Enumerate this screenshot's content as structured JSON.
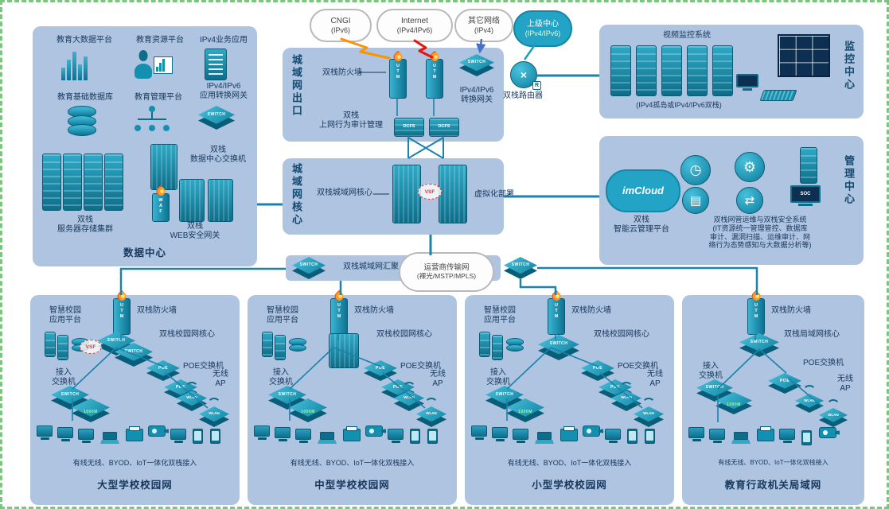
{
  "clouds": {
    "cngi": {
      "name": "CNGI",
      "sub": "(IPv6)"
    },
    "internet": {
      "name": "Internet",
      "sub": "(IPv4/IPv6)"
    },
    "other": {
      "name": "其它网络",
      "sub": "(IPv4)"
    },
    "upper": {
      "name": "上级中心",
      "sub": "(IPv4/IPv6)"
    },
    "carrier": {
      "name": "运营商传输网",
      "sub": "(裸光/MSTP/MPLS)"
    },
    "imcloud": {
      "name": "imCloud"
    }
  },
  "dc": {
    "title": "数据中心",
    "l_bigdata": "教育大数据平台",
    "l_resource": "教育资源平台",
    "l_ipv4app": "IPv4业务应用",
    "l_basedb": "教育基础数据库",
    "l_edumgmt": "教育管理平台",
    "l_convert": "IPv4/IPv6\n应用转换网关",
    "l_dcswitch": "双栈\n数据中心交换机",
    "l_servers": "双栈\n服务器存储集群",
    "l_webgw": "双栈\nWEB安全网关"
  },
  "exit": {
    "title": "城域网出口",
    "l_firewall": "双栈防火墙",
    "l_convert": "IPv4/IPv6\n转换网关",
    "l_router": "双栈路由器",
    "l_audit": "双栈\n上网行为审计管理"
  },
  "core": {
    "title": "城域网核心",
    "l_core": "双栈城域网核心",
    "l_virtual": "虚拟化部署"
  },
  "monitor": {
    "title": "监控中心",
    "l_video": "视频监控系统",
    "l_island": "(IPv4孤岛或IPv4/IPv6双栈)"
  },
  "mgmt": {
    "title": "管理中心",
    "l_cloud": "双栈\n智能云管理平台",
    "desc": "双栈网管运维与双栈安全系统\n(IT资源统一管理管控、数据库\n审计、漏洞扫描、运维审计、网\n络行为态势感知与大数据分析等)"
  },
  "agg": {
    "label": "双栈城域网汇聚"
  },
  "campus": [
    {
      "title": "大型学校校园网",
      "platform": "智慧校园\n应用平台",
      "firewall": "双栈防火墙",
      "core": "双栈校园网核心",
      "poe": "POE交换机",
      "access": "接入\n交换机",
      "ap": "无线\nAP",
      "bottom": "有线无线、BYOD、IoT一体化双栈接入"
    },
    {
      "title": "中型学校校园网",
      "platform": "智慧校园\n应用平台",
      "firewall": "双栈防火墙",
      "core": "双栈校园网核心",
      "poe": "POE交换机",
      "access": "接入\n交换机",
      "ap": "无线\nAP",
      "bottom": "有线无线、BYOD、IoT一体化双栈接入"
    },
    {
      "title": "小型学校校园网",
      "platform": "智慧校园\n应用平台",
      "firewall": "双栈防火墙",
      "core": "双栈校园网核心",
      "poe": "POE交换机",
      "access": "接入\n交换机",
      "ap": "无线\nAP",
      "bottom": "有线无线、BYOD、IoT一体化双栈接入"
    },
    {
      "title": "教育行政机关局域网",
      "firewall": "双栈防火墙",
      "core": "双栈局域网核心",
      "poe": "POE交换机",
      "access": "接入\n交换机",
      "ap": "无线\nAP",
      "bottom": "有线无线、BYOD、IoT一体化双栈接入"
    }
  ],
  "badges": {
    "utm": "UTM",
    "dcfs": "DCFS",
    "vsf": "VSF",
    "switch": "SWITCH",
    "poe": "POE",
    "wlan": "WLAN",
    "r": "R",
    "waf": "WAF",
    "soc": "SOC",
    "m1000": "1000M"
  }
}
